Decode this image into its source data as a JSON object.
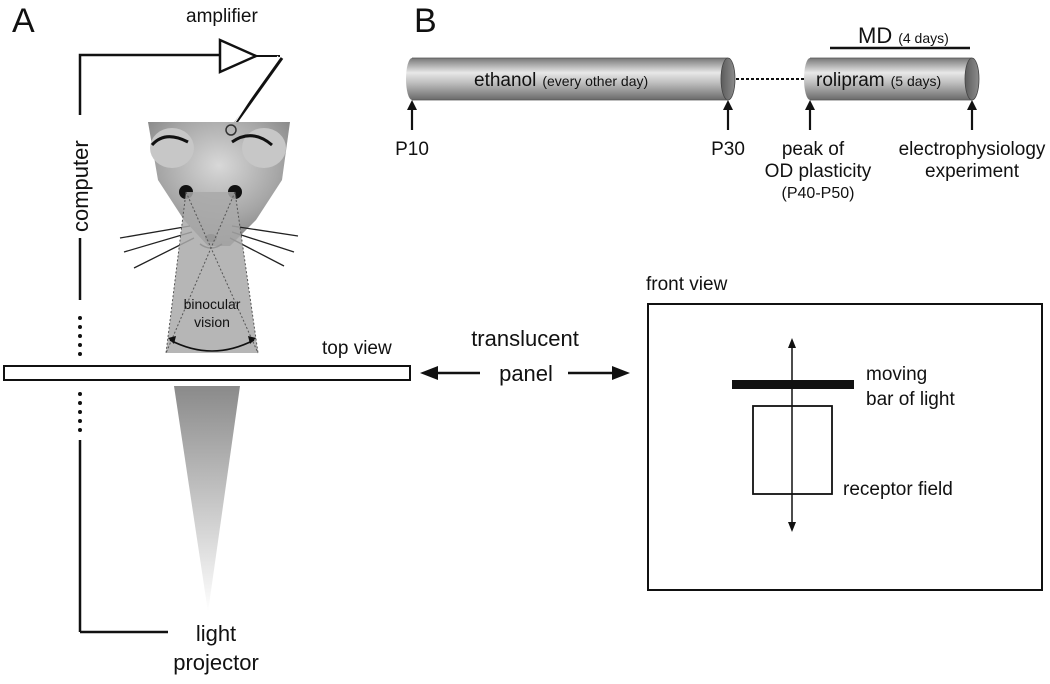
{
  "panel_a": {
    "letter": "A",
    "amplifier": "amplifier",
    "computer": "computer",
    "binocular_line1": "binocular",
    "binocular_line2": "vision",
    "top_view": "top view",
    "light_line1": "light",
    "light_line2": "projector",
    "translucent_line1": "translucent",
    "translucent_line2": "panel"
  },
  "panel_b": {
    "letter": "B",
    "md": "MD",
    "md_duration": "(4 days)",
    "ethanol": "ethanol",
    "ethanol_note": "(every other day)",
    "rolipram": "rolipram",
    "rolipram_note": "(5 days)",
    "p10": "P10",
    "p30": "P30",
    "peak_line1": "peak of",
    "peak_line2": "OD plasticity",
    "peak_line3": "(P40-P50)",
    "ephys_line1": "electrophysiology",
    "ephys_line2": "experiment"
  },
  "front_view": {
    "title": "front view",
    "moving_line1": "moving",
    "moving_line2": "bar of light",
    "receptor": "receptor field"
  },
  "colors": {
    "line": "#111111",
    "cylinder_dark": "#6e6e6e",
    "cylinder_light": "#e6e6e6",
    "cone": "#8a8a8a",
    "mouse_gray": "#a8a8a8"
  }
}
